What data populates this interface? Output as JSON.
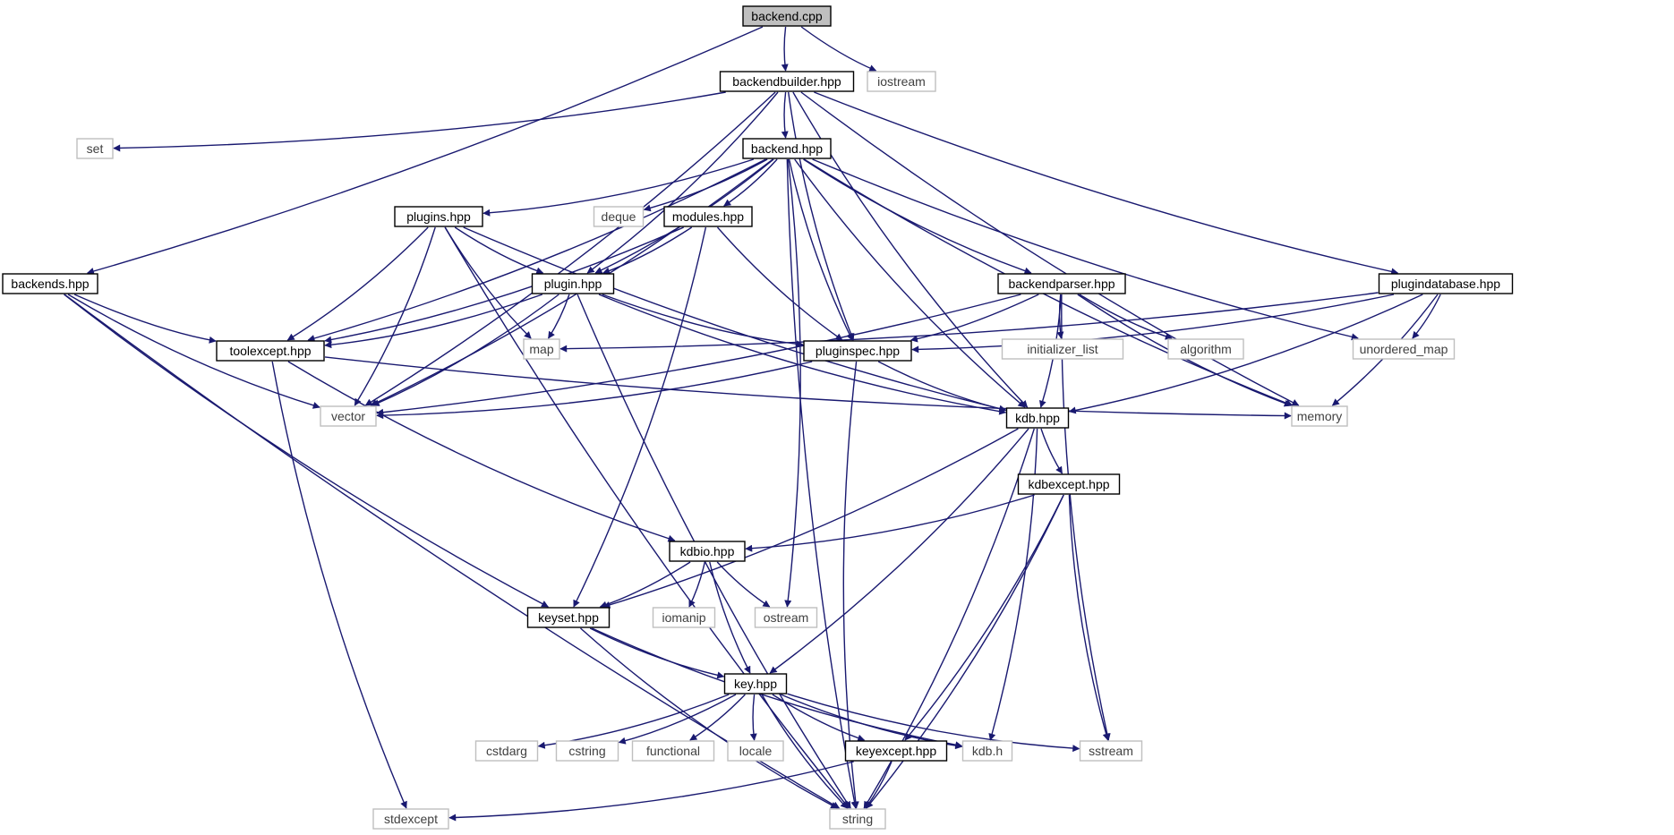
{
  "diagram": {
    "colors": {
      "edge": "#191970",
      "local_border": "#000000",
      "system_border": "#bfbfbf",
      "root_fill": "#bfbfbf",
      "local_text": "#000000",
      "system_text": "#404040"
    },
    "nodes": [
      {
        "id": "backend_cpp",
        "label": "backend.cpp",
        "kind": "root"
      },
      {
        "id": "backendbuilder_hpp",
        "label": "backendbuilder.hpp",
        "kind": "local"
      },
      {
        "id": "iostream",
        "label": "iostream",
        "kind": "system"
      },
      {
        "id": "set",
        "label": "set",
        "kind": "system"
      },
      {
        "id": "backend_hpp",
        "label": "backend.hpp",
        "kind": "local"
      },
      {
        "id": "plugins_hpp",
        "label": "plugins.hpp",
        "kind": "local"
      },
      {
        "id": "deque",
        "label": "deque",
        "kind": "system"
      },
      {
        "id": "modules_hpp",
        "label": "modules.hpp",
        "kind": "local"
      },
      {
        "id": "backends_hpp",
        "label": "backends.hpp",
        "kind": "local"
      },
      {
        "id": "plugin_hpp",
        "label": "plugin.hpp",
        "kind": "local"
      },
      {
        "id": "backendparser_hpp",
        "label": "backendparser.hpp",
        "kind": "local"
      },
      {
        "id": "plugindatabase_hpp",
        "label": "plugindatabase.hpp",
        "kind": "local"
      },
      {
        "id": "toolexcept_hpp",
        "label": "toolexcept.hpp",
        "kind": "local"
      },
      {
        "id": "map",
        "label": "map",
        "kind": "system"
      },
      {
        "id": "pluginspec_hpp",
        "label": "pluginspec.hpp",
        "kind": "local"
      },
      {
        "id": "initializer_list",
        "label": "initializer_list",
        "kind": "system"
      },
      {
        "id": "algorithm",
        "label": "algorithm",
        "kind": "system"
      },
      {
        "id": "unordered_map",
        "label": "unordered_map",
        "kind": "system"
      },
      {
        "id": "vector",
        "label": "vector",
        "kind": "system"
      },
      {
        "id": "kdb_hpp",
        "label": "kdb.hpp",
        "kind": "local"
      },
      {
        "id": "memory",
        "label": "memory",
        "kind": "system"
      },
      {
        "id": "kdbexcept_hpp",
        "label": "kdbexcept.hpp",
        "kind": "local"
      },
      {
        "id": "kdbio_hpp",
        "label": "kdbio.hpp",
        "kind": "local"
      },
      {
        "id": "keyset_hpp",
        "label": "keyset.hpp",
        "kind": "local"
      },
      {
        "id": "iomanip",
        "label": "iomanip",
        "kind": "system"
      },
      {
        "id": "ostream",
        "label": "ostream",
        "kind": "system"
      },
      {
        "id": "key_hpp",
        "label": "key.hpp",
        "kind": "local"
      },
      {
        "id": "cstdarg",
        "label": "cstdarg",
        "kind": "system"
      },
      {
        "id": "cstring",
        "label": "cstring",
        "kind": "system"
      },
      {
        "id": "functional",
        "label": "functional",
        "kind": "system"
      },
      {
        "id": "locale",
        "label": "locale",
        "kind": "system"
      },
      {
        "id": "keyexcept_hpp",
        "label": "keyexcept.hpp",
        "kind": "local"
      },
      {
        "id": "kdb_h",
        "label": "kdb.h",
        "kind": "system"
      },
      {
        "id": "sstream",
        "label": "sstream",
        "kind": "system"
      },
      {
        "id": "stdexcept",
        "label": "stdexcept",
        "kind": "system"
      },
      {
        "id": "string",
        "label": "string",
        "kind": "system"
      }
    ],
    "edges": [
      [
        "backend_cpp",
        "backendbuilder_hpp"
      ],
      [
        "backend_cpp",
        "iostream"
      ],
      [
        "backend_cpp",
        "backends_hpp"
      ],
      [
        "backendbuilder_hpp",
        "set"
      ],
      [
        "backendbuilder_hpp",
        "backend_hpp"
      ],
      [
        "backendbuilder_hpp",
        "plugin_hpp"
      ],
      [
        "backendbuilder_hpp",
        "pluginspec_hpp"
      ],
      [
        "backendbuilder_hpp",
        "vector"
      ],
      [
        "backendbuilder_hpp",
        "plugindatabase_hpp"
      ],
      [
        "backendbuilder_hpp",
        "kdb_hpp"
      ],
      [
        "backendbuilder_hpp",
        "memory"
      ],
      [
        "backend_hpp",
        "plugins_hpp"
      ],
      [
        "backend_hpp",
        "deque"
      ],
      [
        "backend_hpp",
        "modules_hpp"
      ],
      [
        "backend_hpp",
        "plugin_hpp"
      ],
      [
        "backend_hpp",
        "toolexcept_hpp"
      ],
      [
        "backend_hpp",
        "vector"
      ],
      [
        "backend_hpp",
        "pluginspec_hpp"
      ],
      [
        "backend_hpp",
        "ostream"
      ],
      [
        "backend_hpp",
        "backendparser_hpp"
      ],
      [
        "backend_hpp",
        "kdb_hpp"
      ],
      [
        "backend_hpp",
        "memory"
      ],
      [
        "backend_hpp",
        "unordered_map"
      ],
      [
        "backend_hpp",
        "string"
      ],
      [
        "plugins_hpp",
        "plugin_hpp"
      ],
      [
        "plugins_hpp",
        "toolexcept_hpp"
      ],
      [
        "plugins_hpp",
        "map"
      ],
      [
        "plugins_hpp",
        "vector"
      ],
      [
        "plugins_hpp",
        "kdb_hpp"
      ],
      [
        "plugins_hpp",
        "string"
      ],
      [
        "modules_hpp",
        "plugin_hpp"
      ],
      [
        "modules_hpp",
        "toolexcept_hpp"
      ],
      [
        "modules_hpp",
        "pluginspec_hpp"
      ],
      [
        "modules_hpp",
        "keyset_hpp"
      ],
      [
        "backends_hpp",
        "toolexcept_hpp"
      ],
      [
        "backends_hpp",
        "vector"
      ],
      [
        "backends_hpp",
        "keyset_hpp"
      ],
      [
        "backends_hpp",
        "string"
      ],
      [
        "plugin_hpp",
        "toolexcept_hpp"
      ],
      [
        "plugin_hpp",
        "map"
      ],
      [
        "plugin_hpp",
        "vector"
      ],
      [
        "plugin_hpp",
        "pluginspec_hpp"
      ],
      [
        "plugin_hpp",
        "kdb_hpp"
      ],
      [
        "plugin_hpp",
        "string"
      ],
      [
        "backendparser_hpp",
        "pluginspec_hpp"
      ],
      [
        "backendparser_hpp",
        "vector"
      ],
      [
        "backendparser_hpp",
        "initializer_list"
      ],
      [
        "backendparser_hpp",
        "algorithm"
      ],
      [
        "backendparser_hpp",
        "kdb_hpp"
      ],
      [
        "backendparser_hpp",
        "memory"
      ],
      [
        "backendparser_hpp",
        "sstream"
      ],
      [
        "plugindatabase_hpp",
        "pluginspec_hpp"
      ],
      [
        "plugindatabase_hpp",
        "map"
      ],
      [
        "plugindatabase_hpp",
        "unordered_map"
      ],
      [
        "plugindatabase_hpp",
        "kdb_hpp"
      ],
      [
        "plugindatabase_hpp",
        "memory"
      ],
      [
        "toolexcept_hpp",
        "memory"
      ],
      [
        "toolexcept_hpp",
        "kdbio_hpp"
      ],
      [
        "toolexcept_hpp",
        "stdexcept"
      ],
      [
        "pluginspec_hpp",
        "vector"
      ],
      [
        "pluginspec_hpp",
        "kdb_hpp"
      ],
      [
        "pluginspec_hpp",
        "string"
      ],
      [
        "kdb_hpp",
        "kdbexcept_hpp"
      ],
      [
        "kdb_hpp",
        "keyset_hpp"
      ],
      [
        "kdb_hpp",
        "key_hpp"
      ],
      [
        "kdb_hpp",
        "kdb_h"
      ],
      [
        "kdb_hpp",
        "string"
      ],
      [
        "kdbexcept_hpp",
        "kdbio_hpp"
      ],
      [
        "kdbexcept_hpp",
        "keyexcept_hpp"
      ],
      [
        "kdbexcept_hpp",
        "sstream"
      ],
      [
        "kdbexcept_hpp",
        "string"
      ],
      [
        "kdbio_hpp",
        "keyset_hpp"
      ],
      [
        "kdbio_hpp",
        "iomanip"
      ],
      [
        "kdbio_hpp",
        "ostream"
      ],
      [
        "kdbio_hpp",
        "key_hpp"
      ],
      [
        "keyset_hpp",
        "key_hpp"
      ],
      [
        "keyset_hpp",
        "kdb_h"
      ],
      [
        "keyset_hpp",
        "string"
      ],
      [
        "key_hpp",
        "cstdarg"
      ],
      [
        "key_hpp",
        "cstring"
      ],
      [
        "key_hpp",
        "functional"
      ],
      [
        "key_hpp",
        "locale"
      ],
      [
        "key_hpp",
        "keyexcept_hpp"
      ],
      [
        "key_hpp",
        "kdb_h"
      ],
      [
        "key_hpp",
        "sstream"
      ],
      [
        "key_hpp",
        "string"
      ],
      [
        "keyexcept_hpp",
        "stdexcept"
      ],
      [
        "keyexcept_hpp",
        "string"
      ]
    ]
  }
}
